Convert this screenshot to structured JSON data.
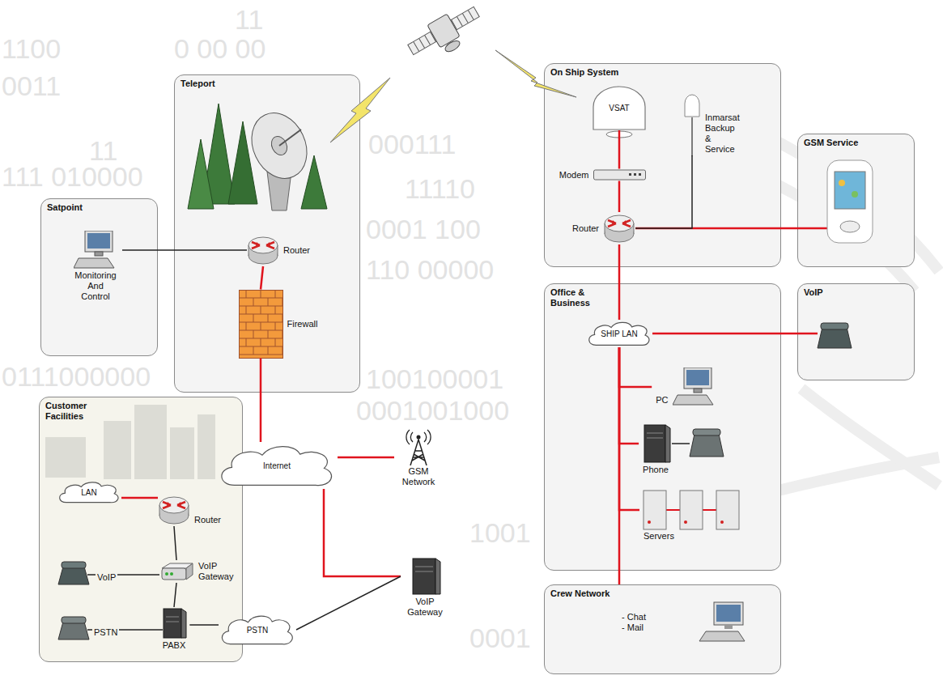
{
  "diagram": {
    "nodes": [
      {
        "text": [
          "Teleport"
        ]
      },
      {
        "text": [
          "Router"
        ],
        "in": 0
      },
      {
        "text": [
          "Firewall"
        ],
        "in": 0
      },
      {
        "text": [
          "Satpoint"
        ]
      },
      {
        "text": [
          "Monitoring And Control"
        ],
        "in": 3
      },
      {
        "text": [
          "On Ship System"
        ]
      },
      {
        "text": [
          "VSAT"
        ],
        "in": 5
      },
      {
        "text": [
          "Modem"
        ],
        "in": 5
      },
      {
        "text": [
          "Router"
        ],
        "in": 5
      },
      {
        "text": [
          "Inmarsat Backup & Service"
        ],
        "in": 5
      },
      {
        "text": [
          "GSM Service"
        ]
      },
      {
        "text": [
          "Office & Business"
        ]
      },
      {
        "text": [
          "SHIP LAN"
        ],
        "in": 11
      },
      {
        "text": [
          "PC"
        ],
        "in": 11
      },
      {
        "text": [
          "Phone"
        ],
        "in": 11
      },
      {
        "text": [
          "Servers"
        ],
        "in": 11
      },
      {
        "text": [
          "VoIP"
        ]
      },
      {
        "text": [
          "Customer Facilities"
        ]
      },
      {
        "text": [
          "LAN"
        ],
        "in": 17
      },
      {
        "text": [
          "Router"
        ],
        "in": 17
      },
      {
        "text": [
          "VoIP Gateway"
        ],
        "in": 17
      },
      {
        "text": [
          "PABX"
        ],
        "in": 17
      },
      {
        "text": [
          "Internet"
        ]
      },
      {
        "text": [
          "GSM Network"
        ]
      },
      {
        "text": [
          "PSTN"
        ]
      },
      {
        "text": [
          "VoIP Gateway"
        ]
      },
      {
        "text": [
          "Crew Network",
          "- Chat - Mail"
        ]
      }
    ],
    "edges": [
      {
        "from": 4,
        "to": 1,
        "arrow": "none"
      },
      {
        "from": 1,
        "to": 2,
        "arrow": "none"
      },
      {
        "from": 2,
        "to": 22,
        "arrow": "none"
      },
      {
        "from": 22,
        "to": 23,
        "arrow": "none"
      },
      {
        "from": 22,
        "to": 25,
        "arrow": "none"
      },
      {
        "from": 25,
        "to": 24,
        "arrow": "none"
      },
      {
        "from": 24,
        "to": 21,
        "arrow": "none"
      },
      {
        "from": 21,
        "to": 20,
        "arrow": "none"
      },
      {
        "from": 20,
        "to": 19,
        "arrow": "none"
      },
      {
        "from": 19,
        "to": 18,
        "arrow": "none"
      },
      {
        "from": 6,
        "to": 7,
        "arrow": "none"
      },
      {
        "from": 7,
        "to": 8,
        "arrow": "none"
      },
      {
        "from": 8,
        "to": 10,
        "arrow": "none"
      },
      {
        "from": 9,
        "to": 8,
        "arrow": "none"
      },
      {
        "from": 8,
        "to": 12,
        "arrow": "none"
      },
      {
        "from": 12,
        "to": 16,
        "arrow": "none"
      },
      {
        "from": 12,
        "to": 13,
        "arrow": "none"
      },
      {
        "from": 12,
        "to": 14,
        "arrow": "none"
      },
      {
        "from": 12,
        "to": 15,
        "arrow": "none"
      },
      {
        "from": 12,
        "to": 26,
        "arrow": "none"
      }
    ],
    "labels": [
      "11",
      "1100",
      "0 00 00",
      "0011",
      "11",
      "000111",
      "111 010000",
      "11110",
      "0001 100",
      "110 00000",
      "0111000000",
      "100100001",
      "0001001000",
      "1001",
      "0001",
      "VoIP",
      "PSTN"
    ]
  }
}
